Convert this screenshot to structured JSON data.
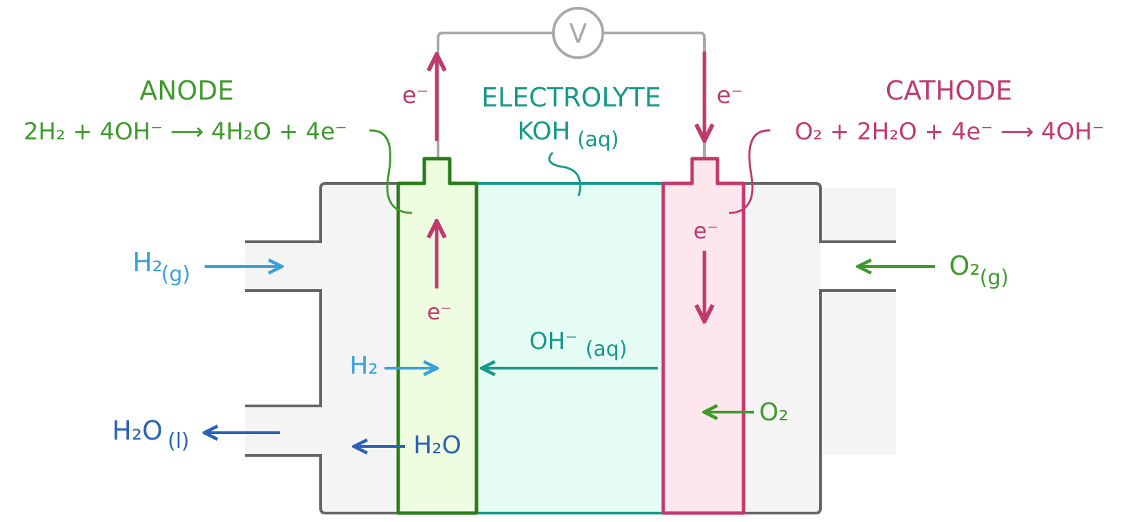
{
  "colors": {
    "green": "#3f9a2c",
    "dark_green": "#2a7d1a",
    "magenta": "#c13a6e",
    "teal": "#16998a",
    "light_blue": "#3aa0dc",
    "dark_blue": "#2a63b8",
    "grey": "#666666",
    "wire": "#a8a8a8",
    "case_fill": "#f4f4f4",
    "anode_fill": "#eefde0",
    "electrolyte_fill": "#e5fcf5",
    "cathode_fill": "#fde6ec"
  },
  "voltmeter": {
    "symbol": "V"
  },
  "anode": {
    "title": "ANODE",
    "equation": "2H₂ + 4OH⁻ ⟶ 4H₂O + 4e⁻"
  },
  "cathode": {
    "title": "CATHODE",
    "equation": "O₂ + 2H₂O + 4e⁻ ⟶ 4OH⁻"
  },
  "electrolyte": {
    "title": "ELECTROLYTE",
    "formula": "KOH",
    "formula_state": "(aq)",
    "ion": "OH⁻",
    "ion_state": "(aq)"
  },
  "electron": "e⁻",
  "inputs": {
    "hydrogen_gas": {
      "formula": "H₂",
      "state": "(g)"
    },
    "oxygen_gas": {
      "formula": "O₂",
      "state": "(g)"
    },
    "water_out": {
      "formula": "H₂O",
      "state": "(l)"
    }
  },
  "inner": {
    "h2": "H₂",
    "h2o": "H₂O",
    "o2": "O₂"
  }
}
